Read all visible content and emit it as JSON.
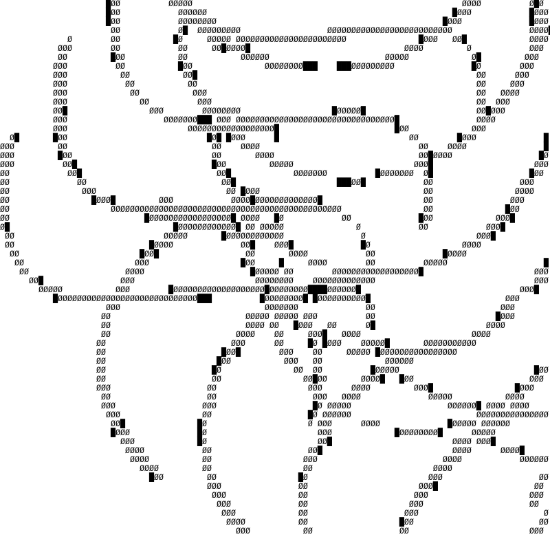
{
  "colors": {
    "background": "#ffffff",
    "text": "#000000"
  },
  "lines": [
    "                      █ØØ          ØØØØØ                                                        ØØØØ          Ø█Ø",
    "                      █ØØ            ØØØØØØ                                                   █ØØØ            █ØØØ",
    "                      █ØØ            ØØØØØØØØ                                               █ØØØ              █ØØØ",
    "                       ØØ            Ø█  ØØØØØØØØØ                  ØØØØØØØØØØØØØØØØØØØØØØØØØØ                ØØØØ█",
    "              Ø        ØØ           █Ø     ØØØØØ ØØØØØØØØØØØØØØØØØØØØØØØ               █ØØØ   ØØ█             ØØØØ",
    "            ØØØ        ØØ            ØØ     ØØ█ØØØØ█                                ØØØØ         Ø            ØØØ",
    "            ØØ         █ØØ           ØØ           ØØØØØØ                        ØØØØØ             Ø█         ØØØ",
    "           ØØØ          ØØ           █ØØ               ØØØØØØØØ███    ███ØØØØØØØØØ                █Ø        ØØØ",
    "           ØØØ           ØØ           ØØ█                                                          ØØ      ØØØ",
    "           ØØØ            ØØ           ØØ                                                          ØØ     ØØØ",
    "           ØØØ             ØØ           ØØØ                                                        ØØ   ØØØØ",
    "           ØØØ               ØØ          ØØØ                                                       ØØ  ØØØ",
    "           ØØ█                 ØØØ        ØØØØØØØØ                   █ØØØØØ█                       ØØ█ØØØ",
    "           ØØØ                    ØØØØØØØ███ ØØØ ØØØØØØØØØØØØØØØØØØØØØØØØØØØØØØØØØ█                ØØØØ",
    "           ØØØ                         ØØØØØØØØØØØØØØØØØØ█                        █ØØ             ØØØ",
    "  Ø█       █ØØ                             █Ø█ █ØØØ      █                           ØØ        █ØØØ              █",
    "ØØØ         ØØ                              ØØ    ØØØØ                                 ØØ    ØØØØ                █",
    "ØØØ         █ØØ                             ØØ       ØØØØ                              ØØ█ØØØØ                  █Ø",
    "ØØØ          ØØ█                            █ØØ         ØØØØØ                         ØØØ█                     ØØØ",
    "ØØ            ØØ█                            ØØ█             ØØØØØØØ          █ØØØØØØØ  Ø█                    █ØØ",
    "ØØ              ØØ                            ØØ█                     ███ØØ█            ØØ                  ØØØ",
    "ØØ               ØØØ                           ØØ █ØØØ                                  ØØ                 ØØØØ",
    "ØØ                 █ØØØ█         ØØØ            ØØØØ█ØØØØØØØØØØØØØ█                     ØØ                ØØØ",
    "ØØ                     ØØØØØØØØØØØØØØØØØØØØØØØØØØØØØØØØØØØØØØØØØØØØØØØØ                 ØØ               █ØØ",
    "ØØ                            █ØØØØØØØØØØØØØØØØØ█ ØØØØ   █Ø            ØØ              █ØØ             ØØØ█",
    "Ø█                                  █ØØØØØØØØØØØØ█ ØØ ØØØØØ               Ø            ØØ            ØØØ█",
    " ØØ                               ØØØØØ       █ØØØØØØØØØØØØ                Ø                       ØØØ█",
    " ØØ                            █ØØØØ              ØØ█    ØØØ█              █Ø                   ØØØØ",
    "  ØØ                         █ØØ█                  ØØ       ØØØØ            ØØ              █ØØØØ",
    "   ØØ                       ØØØ                   █ØØ     █     ØØØØ        ØØ          ØØØØØ                    █",
    "    ØØ                    ØØØØ                      █ØØØØØ ØØ        ØØØØØØØØØØØØØØØØØØ█                       ØØØ",
    "      ØØ█                ØØØ                         ØØØØØØØØ    ØØØØØØØØØØØØØ                                 ØØØ",
    "        ØØØØØ           ØØØ        █ØØØØØØØØØØØØØØØØØØØ█ØØØØØØØØ████ØØØØØØ█                                 ØØØ█",
    "           █ØØØØØØØØØØØØØØØØØØØØØØØØØØØØØ███          █ØØØØØØØØ█ █ØØØØØØØØØØ█                            ØØØ",
    "                      ØØØ                              ØØØØØØØ              ØØ                          ØØØ",
    "                     ØØ                            ØØØØØ ØØØØØ ØØØ          ØØ                         █ØØØ",
    "                     ØØ                            ØØØØ ØØ   █ØØØ   ØØ      Ø█                       ØØØØ",
    "                     ØØ                          ØØØØ    ØØ     ØØØ█   ØØØØ                       ØØØØ",
    "                    ØØ                          ØØØ      ØØ     █Ø █ØØØ    ØØØØØ█       ØØØØØØØØØØØ",
    "                    ØØ                        █ØØ█        ØØØ    ØØ     ØØØØØ █ØØØØØØØØØØØØØØØØ",
    "                    ØØ                       █ØØ           ØØØ   ØØ             ØØØØØØ",
    "                    ØØ                      █Ø               ØØ  ØØ          █ØØØØØ                            █ØØ",
    "                    ØØ                      ØØ                 ØØ█ØØ       ØØØØ█   █ØØ                        ØØØ",
    "                    ØØØ                    ØØ                   ØØØ      ØØØØ         ØØØ█                 █ØØØ",
    "                     ØØ                    ØØ                    ØØØ   ØØØØ              ØØØØØ           ØØØØ",
    "                     ØØØ                  ØØØ                    █Ø ØØØØØ                    ØØØØØØ█ ØØØØ ØØØØ",
    "                      ØØØ                 ØØ                    █Ø ØØØØØØ                          ØØØØØØØØØØØØØØØ",
    "                       ØØ█               █Ø                     Ø ØØØ      ØØØØ              █ØØØØØ ØØØØØØ",
    "                       █ØØØ              █Ø                       ØØØ             █ØØØØØØØØ█      ØØØØØ",
    "                         ØØØ             █Ø                       ØØ█                         ØØØØ ØØØ█",
    "                          ØØØØ            ØØ                    ØØ█                           ØØØØ      ØØØØ█",
    "                           ØØØØ           ØØ                   ØØØ                          ØØØØ            ØØØØØØ",
    "                             ØØØØ         ØØ                   ØØ                         ØØØØ",
    "                               █ØØ         ØØ                 █Ø                         ØØØ                    ØØ",
    "                                           ØØØ                ØØ                       ØØØ█                    ØØ",
    "                                            ØØØ               ØØ                      ØØØ                     ØØØ",
    "                                             ØØØ              ØØ                     ØØØ                      ØØ",
    "                                              ØØØ             ØØ                    ØØØ                          Ø",
    "                                               ØØØØ           ØØ                   █ØØ                          ØØ",
    "                                                 ØØØ           ØØ                  ØØ                         ØØØ"
  ]
}
